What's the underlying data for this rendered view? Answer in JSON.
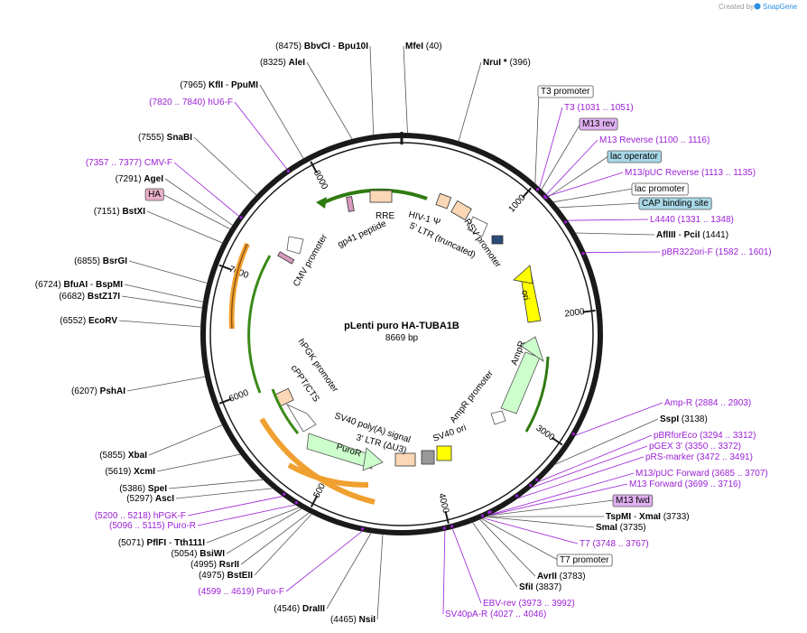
{
  "credit": {
    "prefix": "Created by",
    "app": "SnapGene"
  },
  "plasmid": {
    "name": "pLenti puro HA-TUBA1B",
    "size_label": "8669 bp",
    "length": 8669
  },
  "colors": {
    "primer": "#9b1fd6",
    "backbone": "#1a1a1a",
    "ori": "#ffff00",
    "amp": "#ccffcc",
    "orange_primer_arrow": "#f0a030",
    "green_primer_arrow": "#4a9a20",
    "promoter_box": "#ffffff",
    "lac_box": "#a8d8e8",
    "m13_box": "#e0b0f0"
  },
  "scale": [
    {
      "pos": 1000,
      "label": "1000"
    },
    {
      "pos": 2000,
      "label": "2000"
    },
    {
      "pos": 3000,
      "label": "3000"
    },
    {
      "pos": 4000,
      "label": "4000"
    },
    {
      "pos": 5000,
      "label": "5000"
    },
    {
      "pos": 6000,
      "label": "6000"
    },
    {
      "pos": 7000,
      "label": "7000"
    },
    {
      "pos": 8000,
      "label": "8000"
    }
  ],
  "labels": [
    {
      "id": "bbvci",
      "kind": "enzyme",
      "parts": [
        [
          "pos",
          "(8475) "
        ],
        [
          "enz",
          "BbvCI"
        ],
        [
          "pos",
          "   - "
        ],
        [
          "enz",
          "Bpu10I"
        ]
      ],
      "site": 8475
    },
    {
      "id": "mfei",
      "kind": "enzyme",
      "parts": [
        [
          "enz",
          "MfeI"
        ],
        [
          "pos",
          "   (40)"
        ]
      ],
      "site": 40
    },
    {
      "id": "alei",
      "kind": "enzyme",
      "parts": [
        [
          "pos",
          "(8325) "
        ],
        [
          "enz",
          "AleI"
        ]
      ],
      "site": 8325
    },
    {
      "id": "nrui",
      "kind": "enzyme",
      "parts": [
        [
          "enz",
          "NruI *"
        ],
        [
          "pos",
          "   (396)"
        ]
      ],
      "site": 396
    },
    {
      "id": "kfli",
      "kind": "enzyme",
      "parts": [
        [
          "pos",
          "(7965) "
        ],
        [
          "enz",
          "KflI"
        ],
        [
          "pos",
          "   - "
        ],
        [
          "enz",
          "PpuMI"
        ]
      ],
      "site": 7965
    },
    {
      "id": "t3prom",
      "kind": "boxed",
      "parts": [
        [
          "pos",
          "T3 promoter"
        ]
      ],
      "site": 1000,
      "box": "white"
    },
    {
      "id": "hu6f",
      "kind": "primer",
      "parts": [
        [
          "prim",
          "(7820 .. 7840)   hU6-F"
        ]
      ],
      "site": 7830
    },
    {
      "id": "t3",
      "kind": "primer",
      "parts": [
        [
          "prim",
          "T3     (1031 .. 1051)"
        ]
      ],
      "site": 1041
    },
    {
      "id": "m13rev",
      "kind": "boxed",
      "parts": [
        [
          "pos",
          "M13 rev"
        ]
      ],
      "site": 1060,
      "box": "m13"
    },
    {
      "id": "snabi",
      "kind": "enzyme",
      "parts": [
        [
          "pos",
          "(7555) "
        ],
        [
          "enz",
          "SnaBI"
        ]
      ],
      "site": 7555
    },
    {
      "id": "m13reverse",
      "kind": "primer",
      "parts": [
        [
          "prim",
          "M13 Reverse    (1100 .. 1116)"
        ]
      ],
      "site": 1108
    },
    {
      "id": "cmvf",
      "kind": "primer",
      "parts": [
        [
          "prim",
          "(7357 .. 7377)   CMV-F"
        ]
      ],
      "site": 7367
    },
    {
      "id": "lacop",
      "kind": "boxed",
      "parts": [
        [
          "pos",
          "lac operator"
        ]
      ],
      "site": 1130,
      "box": "lac"
    },
    {
      "id": "agei",
      "kind": "enzyme",
      "parts": [
        [
          "pos",
          "(7291) "
        ],
        [
          "enz",
          "AgeI"
        ]
      ],
      "site": 7291
    },
    {
      "id": "m13puc",
      "kind": "primer",
      "parts": [
        [
          "prim",
          "M13/pUC Reverse    (1113 .. 1135)"
        ]
      ],
      "site": 1124
    },
    {
      "id": "ha",
      "kind": "boxed",
      "parts": [
        [
          "pos",
          "HA"
        ]
      ],
      "site": 7260,
      "box": "ha"
    },
    {
      "id": "lacprom",
      "kind": "boxed",
      "parts": [
        [
          "pos",
          "lac promoter"
        ]
      ],
      "site": 1180,
      "box": "white"
    },
    {
      "id": "bstxi",
      "kind": "enzyme",
      "parts": [
        [
          "pos",
          "(7151) "
        ],
        [
          "enz",
          "BstXI"
        ]
      ],
      "site": 7151
    },
    {
      "id": "cap",
      "kind": "boxed",
      "parts": [
        [
          "pos",
          "CAP binding site"
        ]
      ],
      "site": 1230,
      "box": "lac"
    },
    {
      "id": "l4440",
      "kind": "primer",
      "parts": [
        [
          "prim",
          "L4440    (1331 .. 1348)"
        ]
      ],
      "site": 1340
    },
    {
      "id": "afliii",
      "kind": "enzyme",
      "parts": [
        [
          "enz",
          "AflIII"
        ],
        [
          "pos",
          "  - "
        ],
        [
          "enz",
          "PciI"
        ],
        [
          "pos",
          "   (1441)"
        ]
      ],
      "site": 1441
    },
    {
      "id": "bsrgi",
      "kind": "enzyme",
      "parts": [
        [
          "pos",
          "(6855) "
        ],
        [
          "enz",
          "BsrGI"
        ]
      ],
      "site": 6855
    },
    {
      "id": "pbr322",
      "kind": "primer",
      "parts": [
        [
          "prim",
          "pBR322ori-F    (1582 .. 1601)"
        ]
      ],
      "site": 1591
    },
    {
      "id": "bfuai",
      "kind": "enzyme",
      "parts": [
        [
          "pos",
          "(6724) "
        ],
        [
          "enz",
          "BfuAI"
        ],
        [
          "pos",
          "   - "
        ],
        [
          "enz",
          "BspMI"
        ]
      ],
      "site": 6724
    },
    {
      "id": "bstz17i",
      "kind": "enzyme",
      "parts": [
        [
          "pos",
          "(6682) "
        ],
        [
          "enz",
          "BstZ17I"
        ]
      ],
      "site": 6682
    },
    {
      "id": "ecorv",
      "kind": "enzyme",
      "parts": [
        [
          "pos",
          "(6552) "
        ],
        [
          "enz",
          "EcoRV"
        ]
      ],
      "site": 6552
    },
    {
      "id": "pshai",
      "kind": "enzyme",
      "parts": [
        [
          "pos",
          "(6207) "
        ],
        [
          "enz",
          "PshAI"
        ]
      ],
      "site": 6207
    },
    {
      "id": "ampr",
      "kind": "primer",
      "parts": [
        [
          "prim",
          "Amp-R     (2884 .. 2903)"
        ]
      ],
      "site": 2893
    },
    {
      "id": "sspi",
      "kind": "enzyme",
      "parts": [
        [
          "enz",
          "SspI"
        ],
        [
          "pos",
          "   (3138)"
        ]
      ],
      "site": 3138
    },
    {
      "id": "pbrforeco",
      "kind": "primer",
      "parts": [
        [
          "prim",
          "pBRforEco     (3294 .. 3312)"
        ]
      ],
      "site": 3303
    },
    {
      "id": "xbai",
      "kind": "enzyme",
      "parts": [
        [
          "pos",
          "(5855) "
        ],
        [
          "enz",
          "XbaI"
        ]
      ],
      "site": 5855
    },
    {
      "id": "pgex3",
      "kind": "primer",
      "parts": [
        [
          "prim",
          "pGEX 3'     (3350 .. 3372)"
        ]
      ],
      "site": 3361
    },
    {
      "id": "prs",
      "kind": "primer",
      "parts": [
        [
          "prim",
          "pRS-marker    (3472 .. 3491)"
        ]
      ],
      "site": 3481
    },
    {
      "id": "xcmi",
      "kind": "enzyme",
      "parts": [
        [
          "pos",
          "(5619) "
        ],
        [
          "enz",
          "XcmI"
        ]
      ],
      "site": 5619
    },
    {
      "id": "m13pucfwd",
      "kind": "primer",
      "parts": [
        [
          "prim",
          "M13/pUC Forward     (3685 .. 3707)"
        ]
      ],
      "site": 3696
    },
    {
      "id": "spei",
      "kind": "enzyme",
      "parts": [
        [
          "pos",
          "(5386) "
        ],
        [
          "enz",
          "SpeI"
        ]
      ],
      "site": 5386
    },
    {
      "id": "m13forward",
      "kind": "primer",
      "parts": [
        [
          "prim",
          "M13 Forward     (3699 .. 3716)"
        ]
      ],
      "site": 3707
    },
    {
      "id": "asci",
      "kind": "enzyme",
      "parts": [
        [
          "pos",
          "(5297) "
        ],
        [
          "enz",
          "AscI"
        ]
      ],
      "site": 5297
    },
    {
      "id": "m13fwd",
      "kind": "boxed",
      "parts": [
        [
          "pos",
          "M13 fwd"
        ]
      ],
      "site": 3715,
      "box": "m13"
    },
    {
      "id": "hpgkf",
      "kind": "primer",
      "parts": [
        [
          "prim",
          "(5200 .. 5218)   hPGK-F"
        ]
      ],
      "site": 5209
    },
    {
      "id": "tspmi",
      "kind": "enzyme",
      "parts": [
        [
          "enz",
          "TspMI"
        ],
        [
          "pos",
          "  - "
        ],
        [
          "enz",
          "XmaI"
        ],
        [
          "pos",
          "     (3733)"
        ]
      ],
      "site": 3733
    },
    {
      "id": "purorp",
      "kind": "primer",
      "parts": [
        [
          "prim",
          "(5096 .. 5115)   Puro-R"
        ]
      ],
      "site": 5105
    },
    {
      "id": "smai",
      "kind": "enzyme",
      "parts": [
        [
          "enz",
          "SmaI"
        ],
        [
          "pos",
          "    (3735)"
        ]
      ],
      "site": 3735
    },
    {
      "id": "pflfi",
      "kind": "enzyme",
      "parts": [
        [
          "pos",
          "(5071) "
        ],
        [
          "enz",
          "PflFI"
        ],
        [
          "pos",
          "  - "
        ],
        [
          "enz",
          "Tth111I"
        ]
      ],
      "site": 5071
    },
    {
      "id": "t7",
      "kind": "primer",
      "parts": [
        [
          "prim",
          "T7     (3748 .. 3767)"
        ]
      ],
      "site": 3757
    },
    {
      "id": "bsiwi",
      "kind": "enzyme",
      "parts": [
        [
          "pos",
          "(5054) "
        ],
        [
          "enz",
          "BsiWI"
        ]
      ],
      "site": 5054
    },
    {
      "id": "t7prom",
      "kind": "boxed",
      "parts": [
        [
          "pos",
          "T7 promoter"
        ]
      ],
      "site": 3770,
      "box": "white"
    },
    {
      "id": "rsrii",
      "kind": "enzyme",
      "parts": [
        [
          "pos",
          "(4995) "
        ],
        [
          "enz",
          "RsrII"
        ]
      ],
      "site": 4995
    },
    {
      "id": "avrii",
      "kind": "enzyme",
      "parts": [
        [
          "enz",
          "AvrII"
        ],
        [
          "pos",
          "    (3783)"
        ]
      ],
      "site": 3783
    },
    {
      "id": "bsteii",
      "kind": "enzyme",
      "parts": [
        [
          "pos",
          "(4975) "
        ],
        [
          "enz",
          "BstEII"
        ]
      ],
      "site": 4975
    },
    {
      "id": "sfii",
      "kind": "enzyme",
      "parts": [
        [
          "enz",
          "SfiI"
        ],
        [
          "pos",
          "    (3837)"
        ]
      ],
      "site": 3837
    },
    {
      "id": "purof",
      "kind": "primer",
      "parts": [
        [
          "prim",
          "(4599 .. 4619)   Puro-F"
        ]
      ],
      "site": 4609
    },
    {
      "id": "ebvrev",
      "kind": "primer",
      "parts": [
        [
          "prim",
          "EBV-rev     (3973 .. 3992)"
        ]
      ],
      "site": 3982
    },
    {
      "id": "draiii",
      "kind": "enzyme",
      "parts": [
        [
          "pos",
          "(4546) "
        ],
        [
          "enz",
          "DraIII"
        ]
      ],
      "site": 4546
    },
    {
      "id": "sv40pa",
      "kind": "primer",
      "parts": [
        [
          "prim",
          "SV40pA-R     (4027 .. 4046)"
        ]
      ],
      "site": 4036
    },
    {
      "id": "nsii",
      "kind": "enzyme",
      "parts": [
        [
          "pos",
          "(4465) "
        ],
        [
          "enz",
          "NsiI"
        ]
      ],
      "site": 4465
    }
  ],
  "features": [
    {
      "id": "rre",
      "label": "RRE"
    },
    {
      "id": "gp41",
      "label": "gp41 peptide"
    },
    {
      "id": "hiv",
      "label": "HIV-1 Ψ"
    },
    {
      "id": "ltr5",
      "label": "5' LTR (truncated)"
    },
    {
      "id": "rsv",
      "label": "RSV promoter"
    },
    {
      "id": "cmvprom",
      "label": "CMV promoter"
    },
    {
      "id": "ori",
      "label": "ori"
    },
    {
      "id": "amprfeat",
      "label": "AmpR"
    },
    {
      "id": "ampprom",
      "label": "AmpR promoter"
    },
    {
      "id": "sv40ori",
      "label": "SV40 ori"
    },
    {
      "id": "sv40polya",
      "label": "SV40 poly(A) signal"
    },
    {
      "id": "ltr3",
      "label": "3' LTR (ΔU3)"
    },
    {
      "id": "purorfeat",
      "label": "PuroR"
    },
    {
      "id": "hpgk",
      "label": "hPGK promoter"
    },
    {
      "id": "cppt",
      "label": "cPPT/CTS"
    }
  ]
}
